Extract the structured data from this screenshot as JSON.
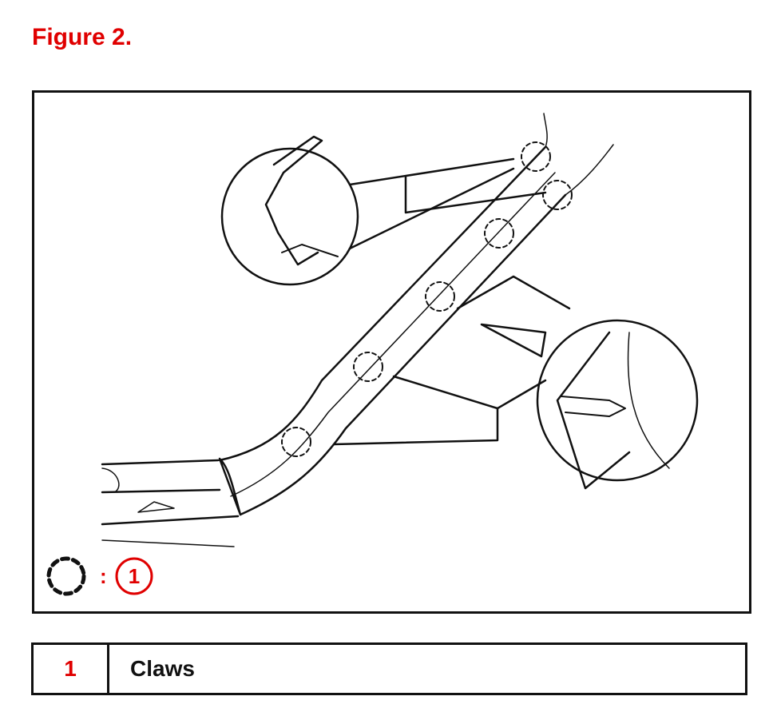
{
  "figure": {
    "title": "Figure 2."
  },
  "diagram": {
    "callout_legend": {
      "colon": ":",
      "number": "1"
    }
  },
  "legend_table": {
    "rows": [
      {
        "number": "1",
        "label": "Claws"
      }
    ]
  },
  "colors": {
    "accent": "#e00000",
    "line": "#111111"
  }
}
